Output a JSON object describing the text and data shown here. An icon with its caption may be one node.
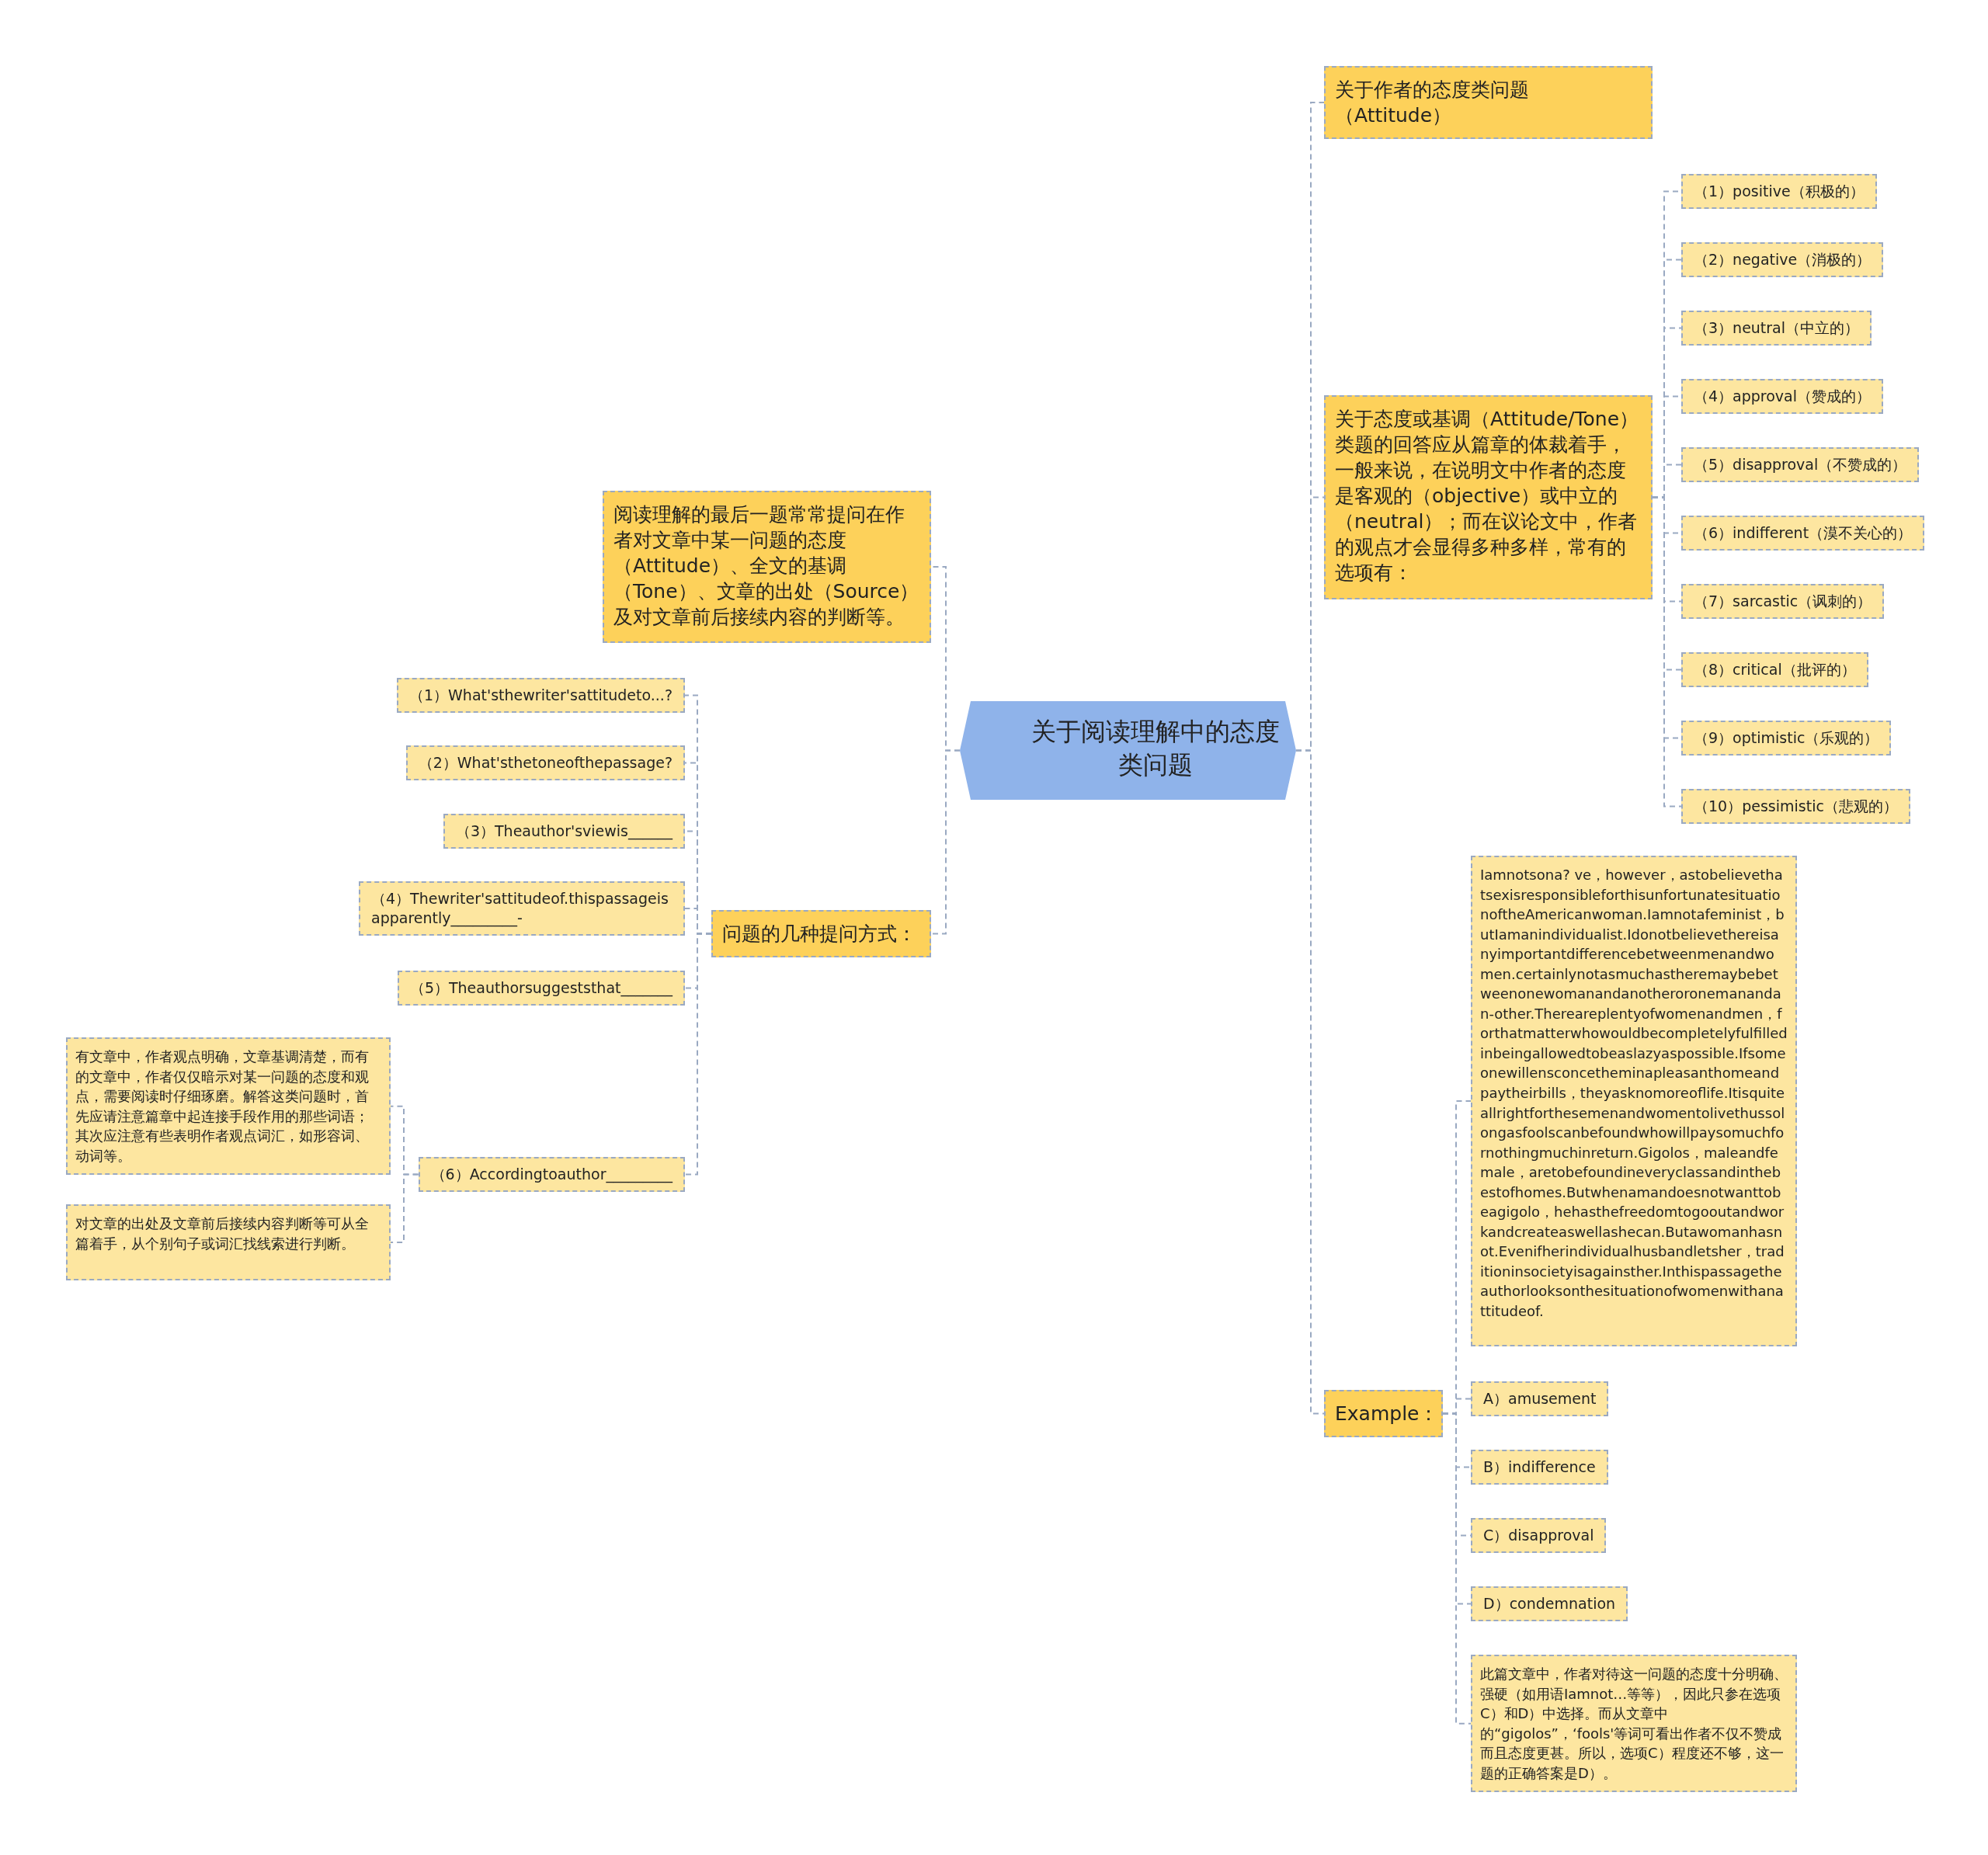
{
  "diagram": {
    "nodes": [
      {
        "text": [
          "关于阅读理解中的态度类问题"
        ]
      },
      {
        "text": [
          "关于作者的态度类问题（Attitude）"
        ]
      },
      {
        "text": [
          "关于态度或基调（Attitude/Tone）类题的回答应从篇章的体裁着手，一般来说，在说明文中作者的态度是客观的（objective）或中立的（neutral）；而在议论文中，作者的观点才会显得多种多样，常有的选项有："
        ]
      },
      {
        "text": [
          "（1）positive（积极的）"
        ]
      },
      {
        "text": [
          "（2）negative（消极的）"
        ]
      },
      {
        "text": [
          "（3）neutral（中立的）"
        ]
      },
      {
        "text": [
          "（4）approval（赞成的）"
        ]
      },
      {
        "text": [
          "（5）disapproval（不赞成的）"
        ]
      },
      {
        "text": [
          "（6）indifferent（漠不关心的）"
        ]
      },
      {
        "text": [
          "（7）sarcastic（讽刺的）"
        ]
      },
      {
        "text": [
          "（8）critical（批评的）"
        ]
      },
      {
        "text": [
          "（9）optimistic（乐观的）"
        ]
      },
      {
        "text": [
          "（10）pessimistic（悲观的）"
        ]
      },
      {
        "text": [
          "Example："
        ]
      },
      {
        "text": [
          "Iamnotsona? ve，however，astobelievethatsexisresponsibleforthisunfortunatesituationoftheAmericanwoman.Iamnotafeminist，butIamanindividualist.Idonotbelievethereisanyimportantdifferencebetweenmenandwomen.certainlynotasmuchastheremaybebetweenonewomanandanotheroronemanandan-other.Thereareplentyofwomenandmen，forthatmatterwhowouldbecompletelyfulfilledinbeingallowedtobeaslazyaspossible.Ifsomeonewillensconcetheminapleasanthomeandpaytheirbills，theyasknomoreoflife.Itisquiteallrightforthesemenandwomentolivethussolongasfoolscanbefoundwhowillpaysomuchfornothingmuchinreturn.Gigolos，maleandfemale，aretobefoundineveryclassandinthebestofhomes.Butwhenamandoesnotwanttobeagigolo，hehasthefreedomtogooutandworkandcreateaswellashecan.Butawomanhasnot.Evenifherindividualhusbandletsher，traditioninsocietyisagainsther.Inthispassagetheauthorlooksonthesituationofwomenwithanattitudeof."
        ]
      },
      {
        "text": [
          "A）amusement"
        ]
      },
      {
        "text": [
          "B）indifference"
        ]
      },
      {
        "text": [
          "C）disapproval"
        ]
      },
      {
        "text": [
          "D）condemnation"
        ]
      },
      {
        "text": [
          "此篇文章中，作者对待这一问题的态度十分明确、强硬（如用语Iamnot…等等），因此只参在选项C）和D）中选择。而从文章中的“gigolos”，‘fools'等词可看出作者不仅不赞成而且态度更甚。所以，选项C）程度还不够，这一题的正确答案是D）。"
        ]
      },
      {
        "text": [
          "阅读理解的最后一题常常提问在作者对文章中某一问题的态度（Attitude）、全文的基调（Tone）、文章的出处（Source）及对文章前后接续内容的判断等。"
        ]
      },
      {
        "text": [
          "问题的几种提问方式："
        ]
      },
      {
        "text": [
          "（1）What'sthewriter'sattitudeto...?"
        ]
      },
      {
        "text": [
          "（2）What'sthetoneofthepassage?"
        ]
      },
      {
        "text": [
          "（3）Theauthor'sviewis______"
        ]
      },
      {
        "text": [
          "（4）Thewriter'sattitudeof.thispassageisapparently_________-"
        ]
      },
      {
        "text": [
          "（5）Theauthorsuggeststhat_______"
        ]
      },
      {
        "text": [
          "（6）Accordingtoauthor_________"
        ]
      },
      {
        "text": [
          "有文章中，作者观点明确，文章基调清楚，而有的文章中，作者仅仅暗示对某一问题的态度和观点，需要阅读时仔细琢磨。解答这类问题时，首先应请注意篇章中起连接手段作用的那些词语；其次应注意有些表明作者观点词汇，如形容词、动词等。"
        ]
      },
      {
        "text": [
          "对文章的出处及文章前后接续内容判断等可从全篇着手，从个别句子或词汇找线索进行判断。"
        ]
      }
    ],
    "edges": [
      {
        "from": 0,
        "to": 1,
        "arrow": "none"
      },
      {
        "from": 0,
        "to": 2,
        "arrow": "none"
      },
      {
        "from": 2,
        "to": 3,
        "arrow": "none"
      },
      {
        "from": 2,
        "to": 4,
        "arrow": "none"
      },
      {
        "from": 2,
        "to": 5,
        "arrow": "none"
      },
      {
        "from": 2,
        "to": 6,
        "arrow": "none"
      },
      {
        "from": 2,
        "to": 7,
        "arrow": "none"
      },
      {
        "from": 2,
        "to": 8,
        "arrow": "none"
      },
      {
        "from": 2,
        "to": 9,
        "arrow": "none"
      },
      {
        "from": 2,
        "to": 10,
        "arrow": "none"
      },
      {
        "from": 2,
        "to": 11,
        "arrow": "none"
      },
      {
        "from": 2,
        "to": 12,
        "arrow": "none"
      },
      {
        "from": 0,
        "to": 13,
        "arrow": "none"
      },
      {
        "from": 13,
        "to": 14,
        "arrow": "none"
      },
      {
        "from": 13,
        "to": 15,
        "arrow": "none"
      },
      {
        "from": 13,
        "to": 16,
        "arrow": "none"
      },
      {
        "from": 13,
        "to": 17,
        "arrow": "none"
      },
      {
        "from": 13,
        "to": 18,
        "arrow": "none"
      },
      {
        "from": 13,
        "to": 19,
        "arrow": "none"
      },
      {
        "from": 0,
        "to": 20,
        "arrow": "none"
      },
      {
        "from": 0,
        "to": 21,
        "arrow": "none"
      },
      {
        "from": 21,
        "to": 22,
        "arrow": "none"
      },
      {
        "from": 21,
        "to": 23,
        "arrow": "none"
      },
      {
        "from": 21,
        "to": 24,
        "arrow": "none"
      },
      {
        "from": 21,
        "to": 25,
        "arrow": "none"
      },
      {
        "from": 21,
        "to": 26,
        "arrow": "none"
      },
      {
        "from": 21,
        "to": 27,
        "arrow": "none"
      },
      {
        "from": 27,
        "to": 28,
        "arrow": "none"
      },
      {
        "from": 27,
        "to": 29,
        "arrow": "none"
      }
    ]
  }
}
